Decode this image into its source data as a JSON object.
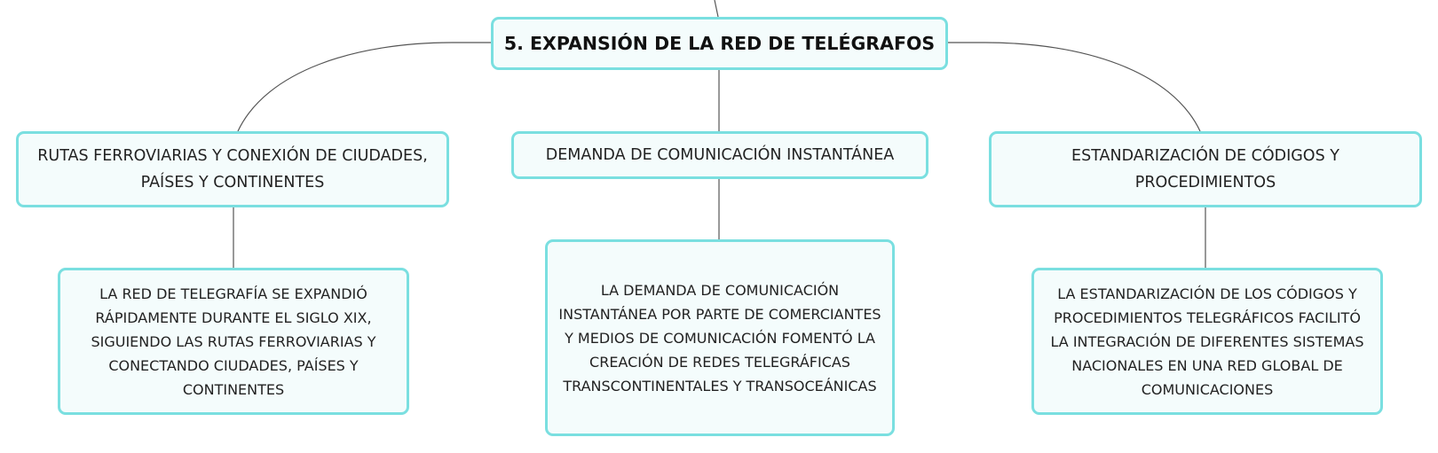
{
  "root": {
    "label": "5. EXPANSIÓN DE LA RED DE TELÉGRAFOS"
  },
  "branches": [
    {
      "label": "RUTAS FERROVIARIAS Y CONEXIÓN DE CIUDADES, PAÍSES Y CONTINENTES",
      "detail": "LA RED DE TELEGRAFÍA SE EXPANDIÓ RÁPIDAMENTE DURANTE EL SIGLO XIX, SIGUIENDO LAS RUTAS FERROVIARIAS Y CONECTANDO CIUDADES, PAÍSES Y CONTINENTES"
    },
    {
      "label": "DEMANDA DE COMUNICACIÓN INSTANTÁNEA",
      "detail": "LA DEMANDA DE COMUNICACIÓN INSTANTÁNEA POR PARTE DE COMERCIANTES Y MEDIOS DE COMUNICACIÓN FOMENTÓ LA CREACIÓN DE REDES TELEGRÁFICAS TRANSCONTINENTALES Y TRANSOCEÁNICAS"
    },
    {
      "label": "ESTANDARIZACIÓN DE CÓDIGOS Y PROCEDIMIENTOS",
      "detail": "LA ESTANDARIZACIÓN DE LOS CÓDIGOS Y PROCEDIMIENTOS TELEGRÁFICOS FACILITÓ LA INTEGRACIÓN DE DIFERENTES SISTEMAS NACIONALES EN UNA RED GLOBAL DE COMUNICACIONES"
    }
  ],
  "colors": {
    "node_border": "#7adfe0",
    "node_fill": "#f4fcfc",
    "connector": "#555555"
  }
}
